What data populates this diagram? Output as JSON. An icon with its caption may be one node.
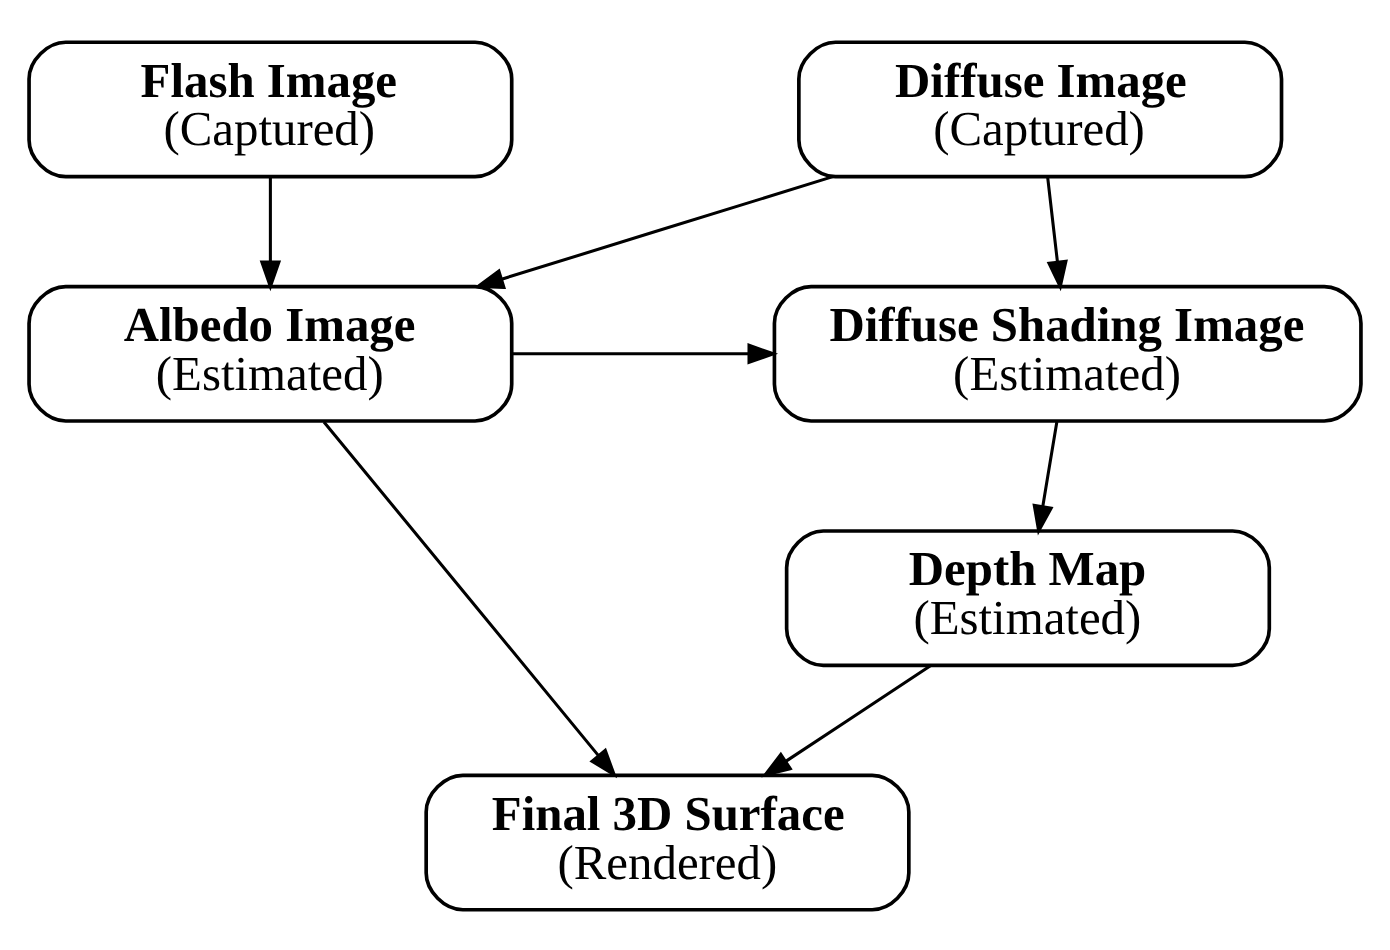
{
  "diagram": {
    "nodes": [
      {
        "text": [
          "Flash Image",
          "(Captured)"
        ]
      },
      {
        "text": [
          "Diffuse Image",
          "(Captured)"
        ]
      },
      {
        "text": [
          "Albedo Image",
          "(Estimated)"
        ]
      },
      {
        "text": [
          "Diffuse Shading Image",
          "(Estimated)"
        ]
      },
      {
        "text": [
          "Depth Map",
          "(Estimated)"
        ]
      },
      {
        "text": [
          "Final 3D Surface",
          "(Rendered)"
        ]
      }
    ],
    "edges": [
      {
        "from": 0,
        "to": 2,
        "arrow": "to"
      },
      {
        "from": 1,
        "to": 2,
        "arrow": "to"
      },
      {
        "from": 1,
        "to": 3,
        "arrow": "to"
      },
      {
        "from": 2,
        "to": 3,
        "arrow": "to"
      },
      {
        "from": 3,
        "to": 4,
        "arrow": "to"
      },
      {
        "from": 2,
        "to": 5,
        "arrow": "to"
      },
      {
        "from": 4,
        "to": 5,
        "arrow": "to"
      }
    ]
  }
}
